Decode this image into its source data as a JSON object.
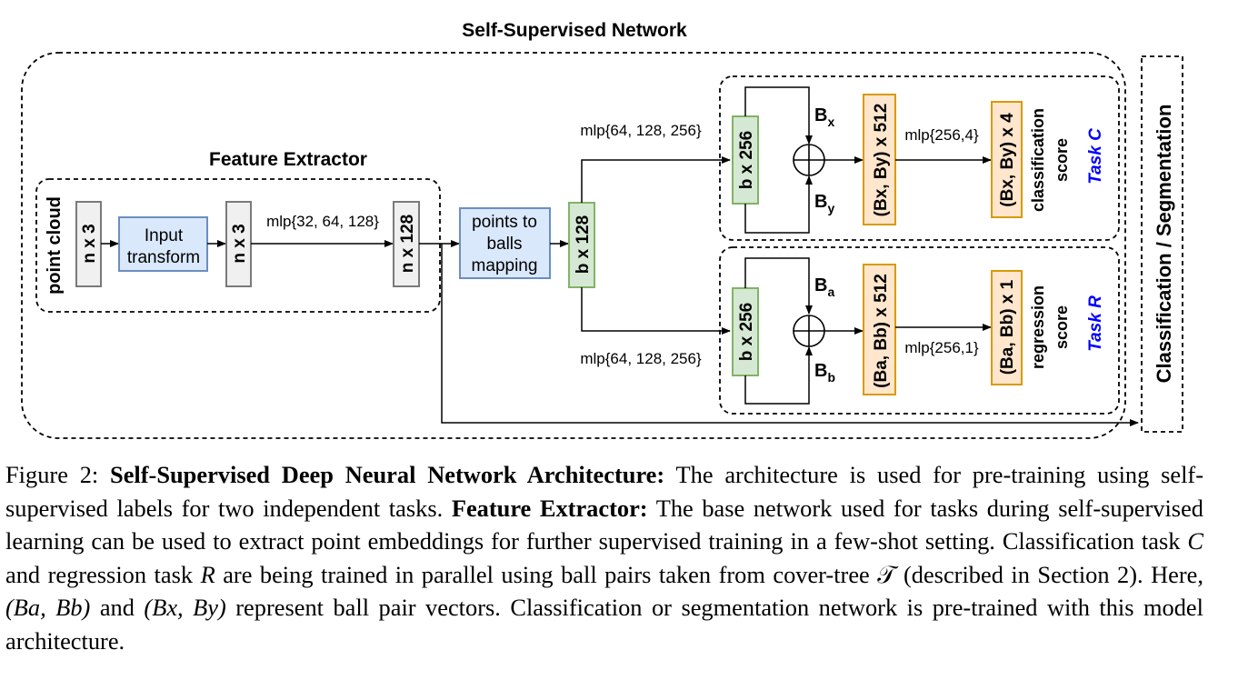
{
  "diagram": {
    "title": "Self-Supervised Network",
    "feature_extractor_title": "Feature Extractor",
    "input_label": "point cloud",
    "nodes": {
      "n3_first": "n x 3",
      "input_transform_line1": "Input",
      "input_transform_line2": "transform",
      "n3_second": "n x 3",
      "mlp_feature": "mlp{32, 64, 128}",
      "n128": "n x 128",
      "points_to_balls_line1": "points to",
      "points_to_balls_line2": "balls",
      "points_to_balls_line3": "mapping",
      "b128": "b x 128"
    },
    "task_c": {
      "mlp_top": "mlp{64, 128, 256}",
      "b256": "b x 256",
      "bx": "B",
      "bx_sub": "x",
      "by": "B",
      "by_sub": "y",
      "concat": "(Bx, By) x 512",
      "mlp_out": "mlp{256,4}",
      "out": "(Bx, By) x 4",
      "score_line1": "classification",
      "score_line2": "score",
      "task_label": "Task C"
    },
    "task_r": {
      "mlp_bottom": "mlp{64, 128, 256}",
      "b256": "b x 256",
      "ba": "B",
      "ba_sub": "a",
      "bb": "B",
      "bb_sub": "b",
      "concat": "(Ba, Bb) x 512",
      "mlp_out": "mlp{256,1}",
      "out": "(Ba, Bb) x 1",
      "score_line1": "regression",
      "score_line2": "score",
      "task_label": "Task R"
    },
    "downstream": "Classification / Segmentation"
  },
  "caption": {
    "fig": "Figure 2:",
    "bold1": "Self-Supervised Deep Neural Network Architecture:",
    "text1": "The architecture is used for pre-training using self-supervised labels for two independent tasks.",
    "bold2": "Feature Extractor:",
    "text2": "The base network used for tasks during self-supervised learning can be used to extract point embeddings for further supervised training in a few-shot setting. Classification task",
    "var_c": "C",
    "text3": "and regression task",
    "var_r": "R",
    "text4": "are being trained in parallel using ball pairs taken from cover-tree",
    "var_t": "𝒯",
    "text5": "(described in Section 2). Here,",
    "pair_ab": "(Ba, Bb)",
    "text6": "and",
    "pair_xy": "(Bx, By)",
    "text7": "represent ball pair vectors. Classification or segmentation network is pre-trained with this model architecture."
  },
  "colors": {
    "gray_fill": "#f0f0f0",
    "gray_stroke": "#7a7a7a",
    "blue_fill": "#dae8fc",
    "blue_stroke": "#6c8ebf",
    "green_fill": "#d5e8d4",
    "green_stroke": "#82b366",
    "orange_fill": "#ffe6cc",
    "orange_stroke": "#d79b00",
    "task_label": "#0000ff"
  }
}
